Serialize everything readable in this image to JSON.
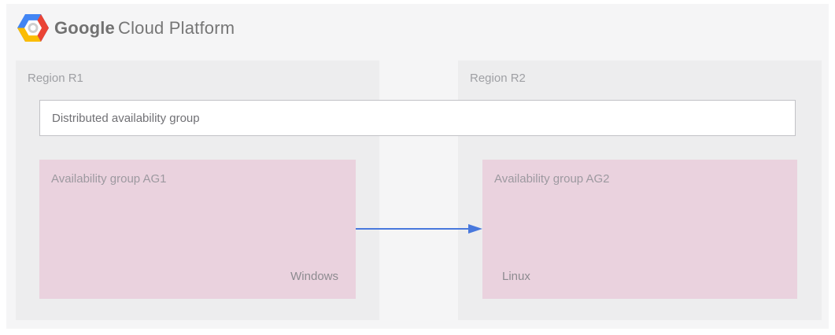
{
  "header": {
    "brand_google": "Google",
    "brand_cloud_platform": "Cloud Platform"
  },
  "diagram": {
    "distributed_group_label": "Distributed availability group",
    "regions": [
      {
        "label": "Region R1",
        "group_label": "Availability group AG1",
        "os_label": "Windows"
      },
      {
        "label": "Region R2",
        "group_label": "Availability group AG2",
        "os_label": "Linux"
      }
    ],
    "arrow": {
      "from": "Availability group AG1",
      "to": "Availability group AG2",
      "color": "#4878dd"
    }
  },
  "colors": {
    "panel_background": "#f5f5f6",
    "region_background": "#ededee",
    "availability_group_background": "#ead2de",
    "distributed_box_border": "#c2c2c6",
    "text_gray": "#9fa0a4",
    "arrow_blue": "#4878dd",
    "logo_blue": "#4285f4",
    "logo_red": "#ea4335",
    "logo_yellow": "#fbbc04"
  }
}
